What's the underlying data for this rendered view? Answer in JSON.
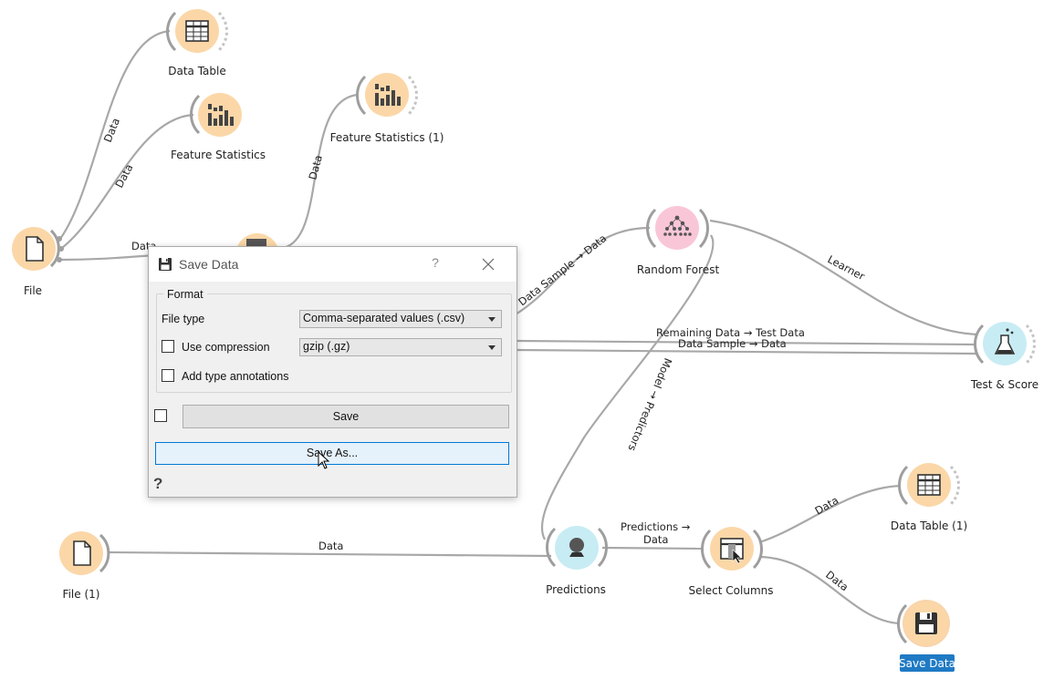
{
  "workflow": {
    "nodes": {
      "file": {
        "label": "File"
      },
      "file_1": {
        "label": "File (1)"
      },
      "data_table": {
        "label": "Data Table"
      },
      "feature_statistics": {
        "label": "Feature Statistics"
      },
      "feature_statistics_1": {
        "label": "Feature Statistics (1)"
      },
      "random_forest": {
        "label": "Random Forest"
      },
      "test_score": {
        "label": "Test & Score"
      },
      "predictions": {
        "label": "Predictions"
      },
      "select_columns": {
        "label": "Select Columns"
      },
      "data_table_1": {
        "label": "Data Table (1)"
      },
      "save_data": {
        "label": "Save Data",
        "selected": true
      }
    },
    "links": {
      "file_to_data_table": "Data",
      "file_to_feature_statistics": "Data",
      "file_to_data_sampler": "Data",
      "sampler_to_feature_statistics_1": "Data",
      "sampler_to_random_forest": "Data Sample → Data",
      "random_forest_to_test_score": "Learner",
      "sampler_to_test_score_remaining": "Remaining Data → Test Data",
      "sampler_to_test_score_sample": "Data Sample → Data",
      "random_forest_to_predictions": "Model → Predictors",
      "file_1_to_predictions": "Data",
      "predictions_to_select_columns_line1": "Predictions →",
      "predictions_to_select_columns_line2": "Data",
      "select_columns_to_data_table_1": "Data",
      "select_columns_to_save_data": "Data"
    }
  },
  "dialog": {
    "title": "Save Data",
    "help_button": "?",
    "format_group_label": "Format",
    "file_type_label": "File type",
    "file_type_value": "Comma-separated values (.csv)",
    "use_compression_label": "Use compression",
    "use_compression_checked": false,
    "compression_value": "gzip (.gz)",
    "add_type_annotations_label": "Add type annotations",
    "add_type_annotations_checked": false,
    "auto_save_checked": false,
    "save_button": "Save",
    "save_as_button": "Save As...",
    "status_help_icon": "?"
  },
  "colors": {
    "node_orange": "#fbd7a8",
    "node_pink": "#f9c6d8",
    "node_cyan": "#c8ecf4",
    "link_gray": "#a8a8a8",
    "selection_blue": "#1f7ac4",
    "focus_blue": "#0078d7"
  }
}
